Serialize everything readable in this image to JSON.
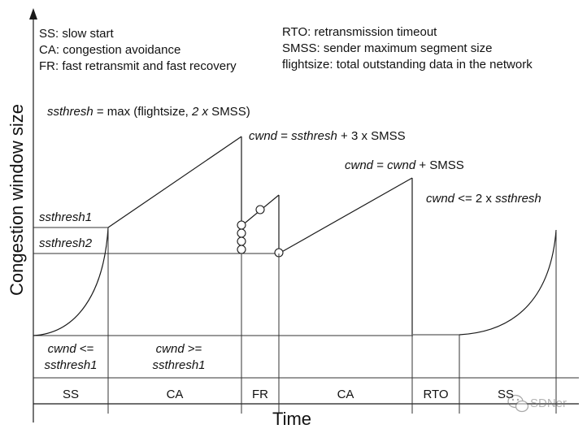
{
  "legend_left": [
    "SS: slow start",
    "CA: congestion avoidance",
    "FR: fast retransmit and fast recovery"
  ],
  "legend_right": [
    "RTO: retransmission timeout",
    "SMSS: sender maximum segment size",
    "flightsize: total outstanding data in the network"
  ],
  "annotations": {
    "ssthresh_formula": {
      "italic": "ssthresh",
      "rest": " = max (flightsize, ",
      "italic2": "2 x",
      "rest2": " SMSS)"
    },
    "cwnd_fr": {
      "italic": "cwnd",
      "rest": " = ",
      "italic2": "ssthresh",
      "rest2": " + 3 x SMSS"
    },
    "cwnd_plus": {
      "italic": "cwnd",
      "rest": " = ",
      "italic2": "cwnd",
      "rest2": " + SMSS"
    },
    "cwnd_le": {
      "italic": "cwnd",
      "rest": " <= 2 x ",
      "italic2": "ssthresh",
      "rest2": ""
    }
  },
  "levels": {
    "ssthresh1": "ssthresh1",
    "ssthresh2": "ssthresh2"
  },
  "conditions": {
    "ss": {
      "line1_italic": "cwnd",
      "line1_rest": " <=",
      "line2": "ssthresh1"
    },
    "ca": {
      "line1_italic": "cwnd",
      "line1_rest": " >=",
      "line2": "ssthresh1"
    }
  },
  "phases": [
    "SS",
    "CA",
    "FR",
    "CA",
    "RTO",
    "SS"
  ],
  "axes": {
    "ylabel": "Congestion window size",
    "xlabel": "Time"
  },
  "watermark": "SDNer"
}
